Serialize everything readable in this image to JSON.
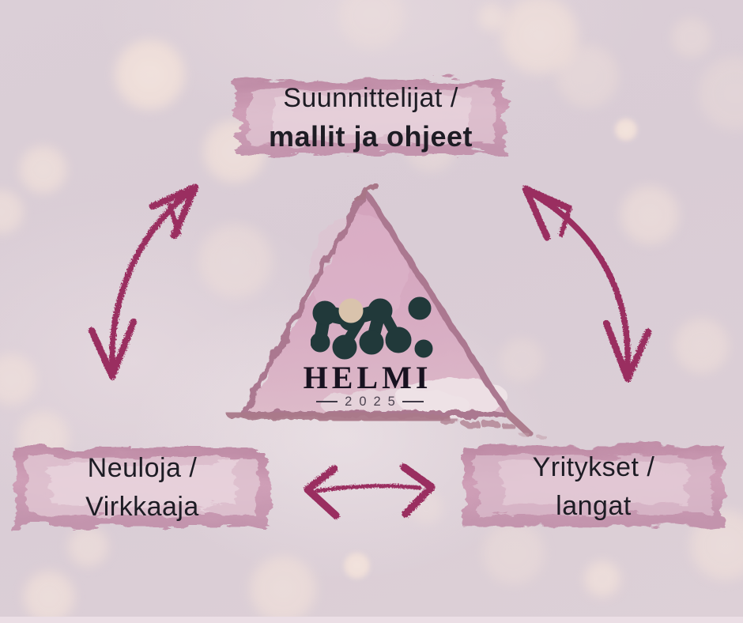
{
  "diagram": {
    "type": "cycle-diagram",
    "brand": {
      "name": "HELMI",
      "year": "2025",
      "logo": "pearl-wave-icon"
    },
    "nodes": {
      "top": {
        "line1": "Suunnittelijat /",
        "line2": "mallit ja ohjeet"
      },
      "bottom_left": {
        "line1": "Neuloja /",
        "line2": "Virkkaaja"
      },
      "bottom_right": {
        "line1": "Yritykset /",
        "line2": "langat"
      }
    },
    "connectors": {
      "left": "curved-double-headed-arrow",
      "right": "curved-double-headed-arrow",
      "bottom": "horizontal-double-headed-arrow"
    },
    "colors": {
      "background": "#dbcfd7",
      "bokeh": "#f6e7df",
      "brush": "#c493ab",
      "brush_light": "#e8d4dd",
      "triangle_fill": "#d3a5bd",
      "triangle_outline": "#ab7890",
      "arrow": "#9a2f61",
      "logo_teal": "#21393a",
      "logo_pearl": "#d9c3ac",
      "text": "#1d1c24",
      "year_text": "#4b4250",
      "bottom_strip": "#ebdee5"
    }
  }
}
